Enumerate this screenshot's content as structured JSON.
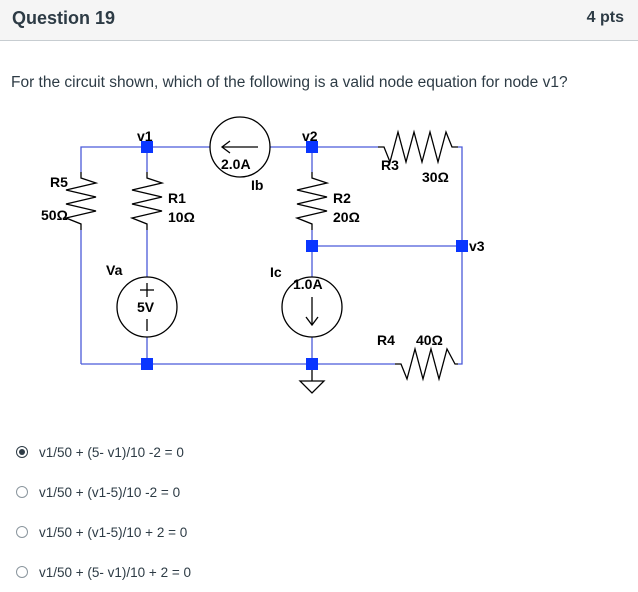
{
  "header": {
    "title": "Question 19",
    "points": "4 pts"
  },
  "question": {
    "text": "For the circuit shown, which of the following is a valid node equation for node v1?"
  },
  "circuit": {
    "nodes": {
      "v1": "v1",
      "v2": "v2",
      "v3": "v3"
    },
    "resistors": {
      "r5": {
        "name": "R5",
        "value": "50Ω"
      },
      "r1": {
        "name": "R1",
        "value": "10Ω"
      },
      "r2": {
        "name": "R2",
        "value": "20Ω"
      },
      "r3": {
        "name": "R3",
        "value": "30Ω"
      },
      "r4": {
        "name": "R4",
        "value": "40Ω"
      }
    },
    "sources": {
      "va": {
        "name": "Va",
        "value": "5V"
      },
      "ib": {
        "name": "Ib",
        "value": "2.0A"
      },
      "ic": {
        "name": "Ic",
        "value": "1.0A"
      }
    },
    "colors": {
      "wire": "#4b5bd9",
      "node": "#0a36ff"
    }
  },
  "answers": [
    {
      "text": "v1/50 + (5- v1)/10 -2 = 0",
      "selected": true
    },
    {
      "text": "v1/50 + (v1-5)/10 -2 = 0",
      "selected": false
    },
    {
      "text": "v1/50 + (v1-5)/10 + 2 = 0",
      "selected": false
    },
    {
      "text": "v1/50 + (5- v1)/10 + 2 = 0",
      "selected": false
    }
  ]
}
